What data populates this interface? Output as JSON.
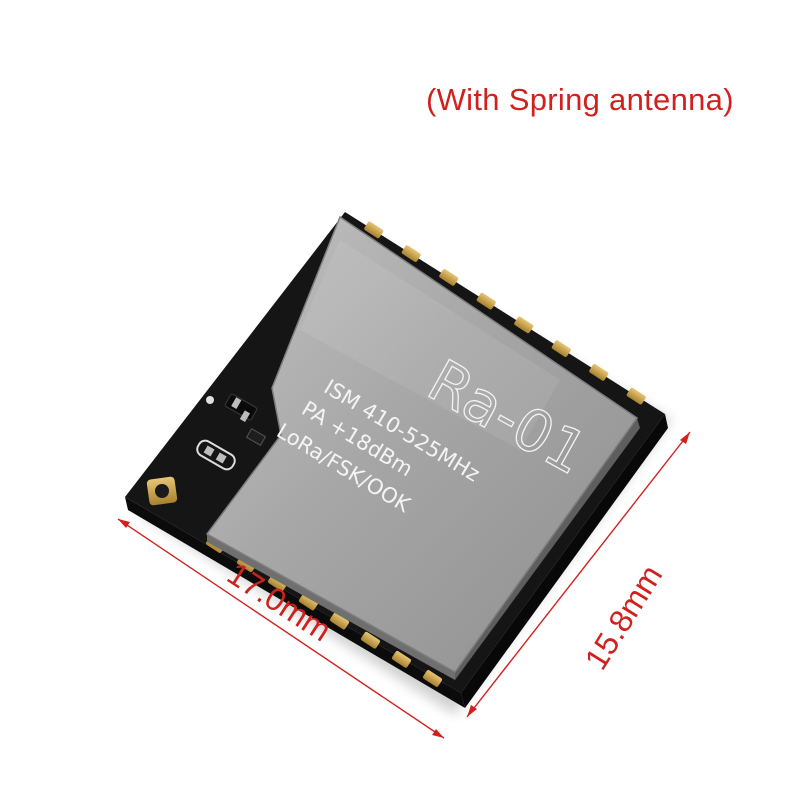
{
  "caption": "(With Spring antenna)",
  "module": {
    "model": "Ra-01",
    "lines": [
      "ISM 410-525MHz",
      "PA +18dBm",
      "LoRa/FSK/OOK"
    ]
  },
  "dimensions": {
    "width_label": "17.0mm",
    "height_label": "15.8mm"
  },
  "colors": {
    "dimension": "#d0211f",
    "pcb": "#141414",
    "shield": "#a9a9a9",
    "pad": "#c9a24a"
  }
}
